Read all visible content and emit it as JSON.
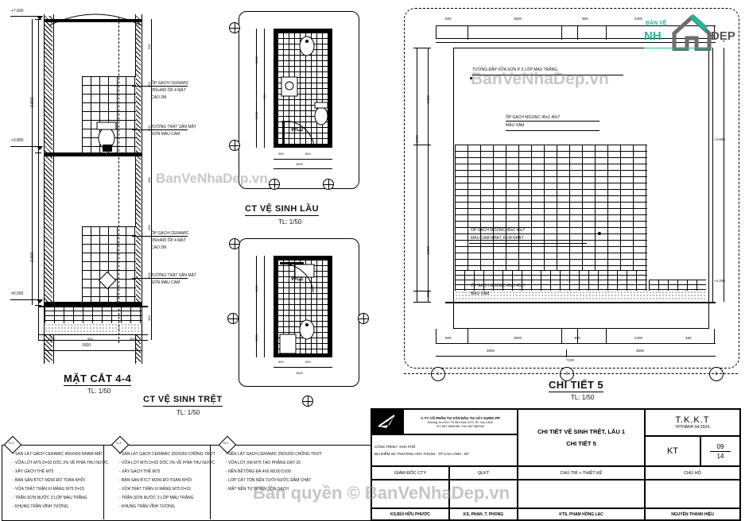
{
  "sheet": {
    "watermark_primary": "BanVeNhaDep.vn",
    "watermark_secondary": "Bản quyền © BanVeNhaDep.vn",
    "watermark_tertiary": "BanVeNhaDep.vn"
  },
  "logo": {
    "line1": "BẢN VẼ",
    "line2a": "NH",
    "line2b": "ĐẸP",
    "icon": "house-icon"
  },
  "drawings": [
    {
      "id": "mat-cat-4-4",
      "title": "MẶT CẮT 4-4",
      "scale": "TL: 1/50",
      "levels": [
        "+7.600",
        "+3.800",
        "±0.000"
      ],
      "vertical_dims": [
        "3.800",
        "3.800"
      ],
      "bottom_dim": "1600",
      "annotations": [
        "ỐP GẠCH CERAMIC",
        "250x400 ỐP 4 MẶT",
        "CAO 2M",
        "TƯỜNG TRÁT SẦN MẶT",
        "SƠN MÀU CAM"
      ],
      "segment_dims": [
        "900",
        "200",
        "900",
        "900",
        "900",
        "200",
        "900",
        "900",
        "200",
        "400"
      ]
    },
    {
      "id": "ct-ve-sinh-lau",
      "title": "CT VỆ SINH LẦU",
      "scale": "TL: 1/50",
      "room_label": "WC2",
      "dims_left": [
        "1000",
        "1500",
        "900"
      ],
      "dims_bottom": [
        "550",
        "800",
        "250"
      ],
      "dim_total": "1600"
    },
    {
      "id": "ct-ve-sinh-tret",
      "title": "CT VỆ SINH TRỆT",
      "scale": "TL: 1/50",
      "room_label": "WC1",
      "dims_left": [
        "1000",
        "1500",
        "900"
      ],
      "dims_bottom": [
        "550",
        "800",
        "250"
      ],
      "dim_total": "1600"
    },
    {
      "id": "chi-tiet-5",
      "title": "CHI TIẾT 5",
      "scale": "TL: 1/50",
      "annotations": [
        "TƯỜNG ĐẮP VỮA SƠN P 3 LỚP MÀU TRẮNG",
        "ỐP GẠCH MOZAIC 45x1 45x7",
        "MÀU XÁM",
        "ỐP GẠCH MOZAIC 45x1 45x7",
        "MÀU CAM NHẠT, KEM NHẠT",
        "ỐP GẠCH MOZAIC 45x1 45x7",
        "MÀU XÁM"
      ],
      "dims_top": [
        "600",
        "3000",
        "550",
        "2400",
        "450"
      ],
      "dims_bottom_row1": [
        "600",
        "3000",
        "450",
        "100",
        "2400",
        "100",
        "450",
        "100"
      ],
      "dims_bottom_row2": [
        "3600",
        "3500"
      ],
      "dims_bottom_total": "7100",
      "dims_left": [
        "3600",
        "2400",
        "2400",
        "350",
        "350"
      ],
      "level_right": "+4.600",
      "level_right2": "+4.200",
      "grid_marks": [
        "1",
        "2",
        "3"
      ]
    }
  ],
  "notes": [
    {
      "marker": "S-2",
      "lines": [
        "- SÀN LÁT GẠCH CERAMIC 400X400 NHÁM MẶT",
        "- VỮA LÓT M75 D=20 DỐC 2% VỀ PHÍA THU NƯỚC",
        "- XÂY GẠCH THẺ M75",
        "- BẢN SÀN BTCT M200 ĐỔ TOÀN KHỐI",
        "- VỮA TRÁT TRẦN XI MĂNG M75 D=15",
        "- TRẦN SƠN NƯỚC 3 LỚP MÀU TRẮNG",
        "- KHUNG TRẦN VĨNH TƯỜNG"
      ]
    },
    {
      "marker": "S-3",
      "lines": [
        "- SÀN LÁT GẠCH CERAMIC 250X250 CHỐNG TRƠT",
        "- VỮA LÓT M75 D=20 DỐC 2% VỀ PHÍA THU NƯỚC",
        "- XÂY GẠCH THẺ M75",
        "- BẢN SÀN BTCT M200 ĐỔ TOÀN KHỐI",
        "- VỮA TRÁT TRẦN XI MĂNG M75 D=15",
        "- TRẦN SƠN NƯỚC 3 LỚP MÀU TRẮNG",
        "- KHUNG TRẦN VĨNH TƯỜNG"
      ]
    },
    {
      "marker": "N-1",
      "lines": [
        "- NỀN LÁT GẠCH CERAMIC 250X250 CHỐNG TRƠT",
        "- VỮA LÓT XM M75 TẠO PHẲNG DÀY 20",
        "- NỀN BÊTÔNG ĐÁ 4X6 M100 D100",
        "- LỚP CÁT TÔN NỀN TƯỚI NƯỚC ĐẦM CHẶT",
        "- MẶT NỀN TỰ NHIÊN DỌN SẠCH"
      ]
    }
  ],
  "titleblock": {
    "company_name": "C.TY CỔ PHẦN TƯ VẤN ĐẦU TƯ XÂY DỰNG PP",
    "company_addr": "Đường 7m,KDC Tổ 36,Khóm 4,P1,TP. Cao Lãnh",
    "company_phone": "ĐT: 067.3896789 -FAX:067.386789",
    "project_label": "CÔNG TRÌNH :",
    "project_value": "NHÀ PHỐ",
    "location_label": "ĐỊA ĐIỂM XD:",
    "location_value": "PHƯỜNG HOÀ THUẬN - TP CAO LÃNH - ĐT",
    "sheet_title_line1": "CHI TIẾT VỆ SINH TRỆT, LẦU 1",
    "sheet_title_line2": "CHI TIẾT 5",
    "tkkt": "T.K.K.T",
    "date": "H/THÀNH 04-2024",
    "kt": "KT",
    "sheet_no": "09",
    "sheet_total": "14",
    "roles": [
      {
        "role": "GIÁM ĐỐC CTY",
        "name": "KS.BÙI HỮU PHƯỚC"
      },
      {
        "role": "QLKT",
        "name": "KS. PHAN .T. PHONG"
      },
      {
        "role": "CHỦ TRÌ + THIẾT KẾ",
        "name": "KTS. PHẠM HỒNG LẠC"
      },
      {
        "role": "CHỦ HỘ",
        "name": "NGUYỄN THÀNH HIỆU"
      }
    ]
  }
}
